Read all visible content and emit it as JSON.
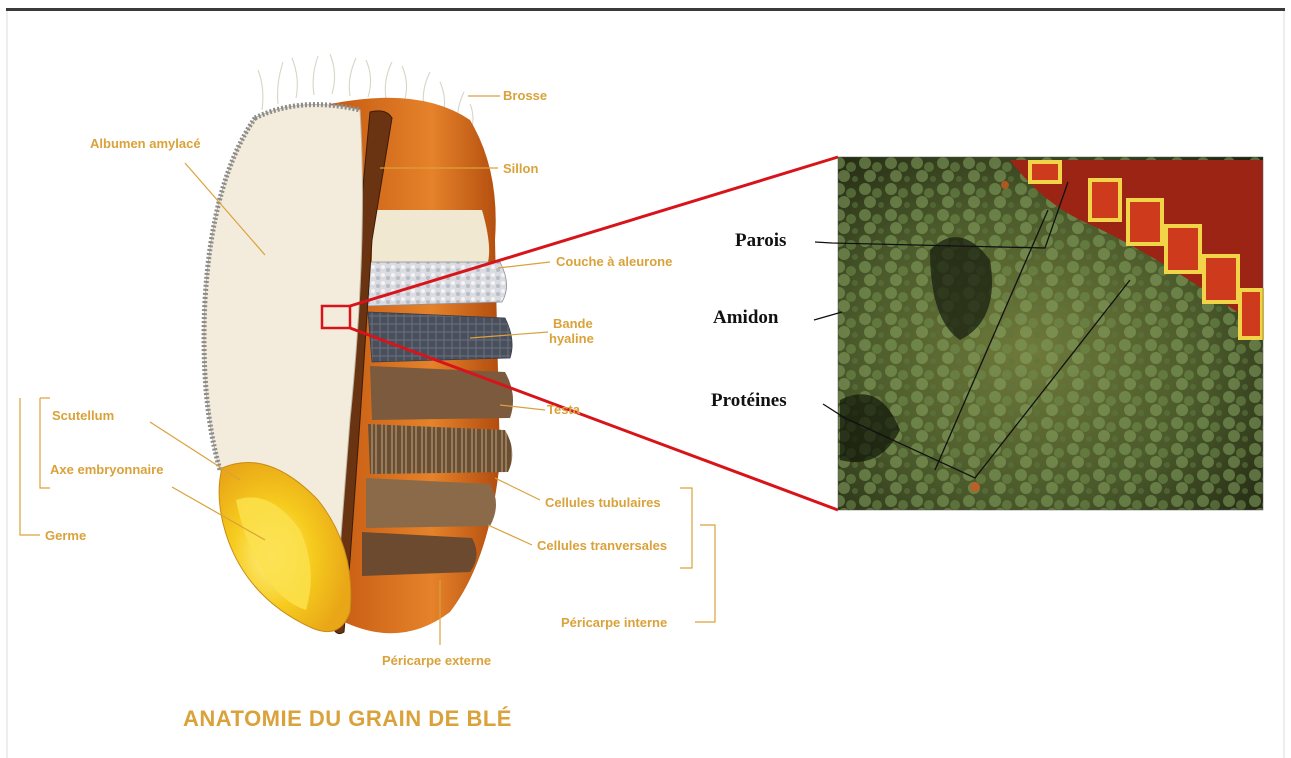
{
  "title": "ANATOMIE DU GRAIN DE BLÉ",
  "labels": {
    "brosse": "Brosse",
    "albumen": "Albumen amylacé",
    "sillon": "Sillon",
    "couche_aleurone": "Couche à aleurone",
    "bande_line1": "Bande",
    "bande_line2": "hyaline",
    "testa": "Testa",
    "scutellum": "Scutellum",
    "axe_embryonnaire": "Axe embryonnaire",
    "germe": "Germe",
    "cellules_tubulaires": "Cellules tubulaires",
    "cellules_transversales": "Cellules tranversales",
    "pericarpe_interne": "Péricarpe interne",
    "pericarpe_externe": "Péricarpe externe"
  },
  "micrograph_labels": {
    "parois": "Parois",
    "amidon": "Amidon",
    "proteines": "Protéines"
  },
  "colors": {
    "label": "#d9a23a",
    "zoom_lines": "#d8141b",
    "albumen": "#f2ead6",
    "pericarp": "#d8701e",
    "germ": "#f2c21c"
  }
}
